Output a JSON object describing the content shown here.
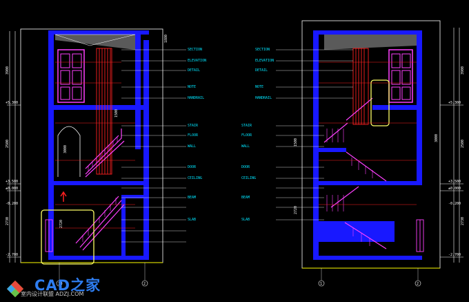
{
  "drawing": {
    "left_section": {
      "elevations": [
        "+5.300",
        "+3.500",
        "±0.000",
        "-0.200",
        "-2.700"
      ],
      "dims": [
        "3900",
        "2500",
        "2730",
        "3000",
        "1500",
        "2720",
        "1880"
      ],
      "callouts": [
        "SECTION",
        "ELEVATION",
        "DETAIL",
        "NOTE",
        "HANDRAIL",
        "STAIR",
        "FLOOR",
        "WALL",
        "DOOR",
        "CEILING",
        "BEAM",
        "SLAB"
      ]
    },
    "right_section": {
      "elevations": [
        "+5.300",
        "+3.500",
        "±0.000",
        "-0.200",
        "-2.700"
      ],
      "dims": [
        "3900",
        "2500",
        "2730",
        "3000",
        "1500",
        "2720"
      ],
      "callouts": [
        "SECTION",
        "ELEVATION",
        "DETAIL",
        "NOTE",
        "HANDRAIL",
        "STAIR",
        "FLOOR",
        "WALL",
        "DOOR",
        "CEILING",
        "BEAM",
        "SLAB"
      ]
    },
    "grid_markers": [
      "1",
      "2",
      "1",
      "2"
    ]
  },
  "watermark": {
    "logo_text": "CAD之家",
    "sub_text": "室内设计联盟 ADZJ.COM"
  }
}
